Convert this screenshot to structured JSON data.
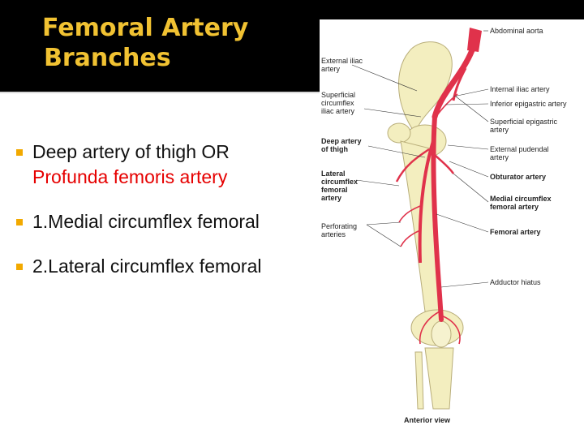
{
  "slide": {
    "title_line1": "Femoral Artery",
    "title_line2": "Branches",
    "bullets": [
      {
        "text": "Deep artery of thigh OR",
        "accent": "Profunda femoris artery"
      },
      {
        "text": "1.Medial circumflex femoral",
        "accent": ""
      },
      {
        "text": "2.Lateral circumflex femoral",
        "accent": ""
      }
    ]
  },
  "figure": {
    "labels_left": {
      "external_iliac": "External iliac\nartery",
      "superficial_circumflex_iliac": "Superficial\ncircumflex\niliac artery",
      "deep_artery_thigh": "Deep artery\nof thigh",
      "lateral_circumflex": "Lateral\ncircumflex\nfemoral\nartery",
      "perforating": "Perforating\narteries"
    },
    "labels_right": {
      "abdominal_aorta": "Abdominal aorta",
      "internal_iliac": "Internal iliac artery",
      "inferior_epigastric": "Inferior epigastric artery",
      "superficial_epigastric": "Superficial epigastric\nartery",
      "external_pudendal": "External pudendal\nartery",
      "obturator": "Obturator artery",
      "medial_circumflex": "Medial circumflex\nfemoral artery",
      "femoral": "Femoral artery",
      "adductor_hiatus": "Adductor hiatus"
    },
    "caption": "Anterior view"
  },
  "colors": {
    "title": "#f1c232",
    "bullet_marker": "#f2a900",
    "accent_text": "#e60000",
    "artery": "#e0324b",
    "bone": "#f3eebf"
  }
}
